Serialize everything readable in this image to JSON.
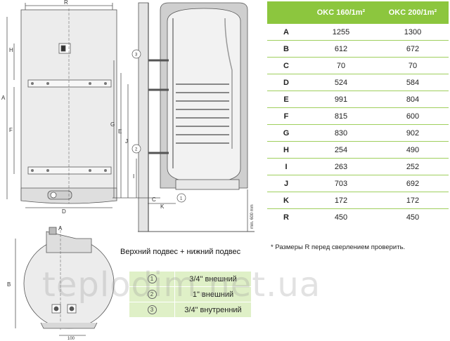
{
  "drawing_labels": {
    "front": [
      "R",
      "H",
      "A",
      "F",
      "D"
    ],
    "side": [
      "G",
      "E",
      "J",
      "I",
      "C",
      "K",
      "min. 600 mm"
    ],
    "top": [
      "A",
      "B",
      "100"
    ],
    "callouts": [
      "3",
      "2",
      "1"
    ]
  },
  "spec_table": {
    "columns": [
      "",
      "OKC 160/1m²",
      "OKC 200/1m²"
    ],
    "rows": [
      {
        "key": "A",
        "v1": "1255",
        "v2": "1300"
      },
      {
        "key": "B",
        "v1": "612",
        "v2": "672"
      },
      {
        "key": "C",
        "v1": "70",
        "v2": "70"
      },
      {
        "key": "D",
        "v1": "524",
        "v2": "584"
      },
      {
        "key": "E",
        "v1": "991",
        "v2": "804"
      },
      {
        "key": "F",
        "v1": "815",
        "v2": "600"
      },
      {
        "key": "G",
        "v1": "830",
        "v2": "902"
      },
      {
        "key": "H",
        "v1": "254",
        "v2": "490"
      },
      {
        "key": "I",
        "v1": "263",
        "v2": "252"
      },
      {
        "key": "J",
        "v1": "703",
        "v2": "692"
      },
      {
        "key": "K",
        "v1": "172",
        "v2": "172"
      },
      {
        "key": "R",
        "v1": "450",
        "v2": "450"
      }
    ]
  },
  "note": "* Размеры R перед сверлением проверить.",
  "suspension_title": "Верхний подвес + нижний подвес",
  "connections": [
    {
      "num": "1",
      "label": "3/4\" внешний"
    },
    {
      "num": "2",
      "label": "1\" внешний"
    },
    {
      "num": "3",
      "label": "3/4\" внутренний"
    }
  ],
  "watermark": "teplodim.net.ua",
  "colors": {
    "accent": "#8cc63e",
    "row_line": "#9fcf5d",
    "conn_bg": "#dff0c7"
  }
}
